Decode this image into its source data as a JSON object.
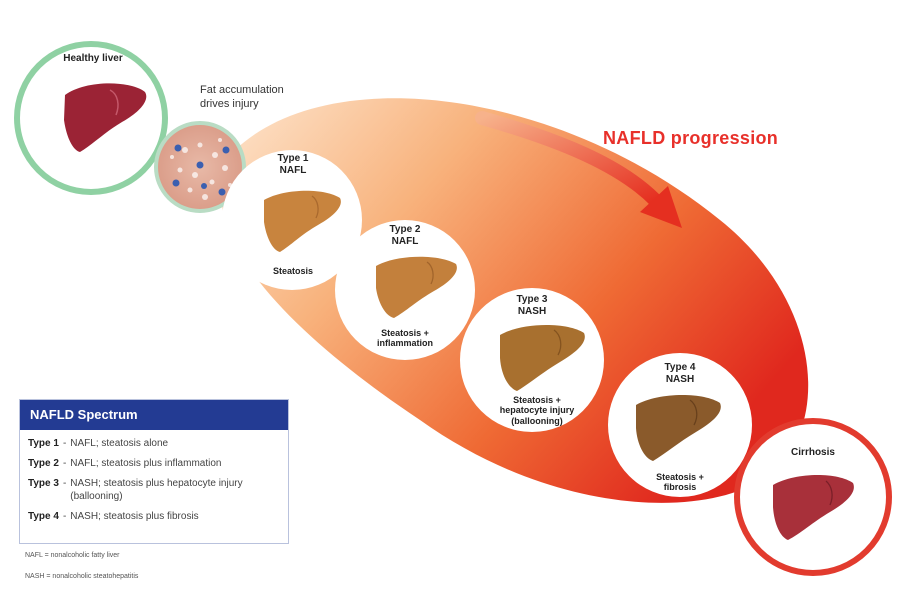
{
  "healthy": {
    "title": "Healthy liver"
  },
  "fat_label": {
    "line1": "Fat accumulation",
    "line2": "drives injury"
  },
  "progression": {
    "label": "NAFLD progression"
  },
  "stages": [
    {
      "title1": "Type 1",
      "title2": "NAFL",
      "desc1": "Steatosis",
      "desc2": "",
      "desc3": ""
    },
    {
      "title1": "Type 2",
      "title2": "NAFL",
      "desc1": "Steatosis +",
      "desc2": "inflammation",
      "desc3": ""
    },
    {
      "title1": "Type 3",
      "title2": "NASH",
      "desc1": "Steatosis +",
      "desc2": "hepatocyte injury",
      "desc3": "(ballooning)"
    },
    {
      "title1": "Type 4",
      "title2": "NASH",
      "desc1": "Steatosis +",
      "desc2": "fibrosis",
      "desc3": ""
    }
  ],
  "cirrhosis": {
    "title": "Cirrhosis"
  },
  "spectrum": {
    "header": "NAFLD Spectrum",
    "rows": [
      {
        "type": "Type 1",
        "sep": "-",
        "desc": "NAFL; steatosis alone"
      },
      {
        "type": "Type 2",
        "sep": "-",
        "desc": "NAFL; steatosis plus inflammation"
      },
      {
        "type": "Type 3",
        "sep": "-",
        "desc": "NASH; steatosis plus hepatocyte injury (ballooning)"
      },
      {
        "type": "Type 4",
        "sep": "-",
        "desc": "NASH; steatosis plus fibrosis"
      }
    ]
  },
  "footnotes": {
    "nafl": "NAFL = nonalcoholic fatty liver",
    "nash": "NASH = nonalcoholic steatohepatitis"
  },
  "colors": {
    "healthy_ring": "#8fd1a3",
    "cirrhosis_ring": "#e23b2e",
    "progression": "#e8302a",
    "header": "#233b93",
    "liver_healthy": "#9b2335",
    "liver_fatty": "#c8843e",
    "liver_fibrotic": "#8a5a2b"
  }
}
